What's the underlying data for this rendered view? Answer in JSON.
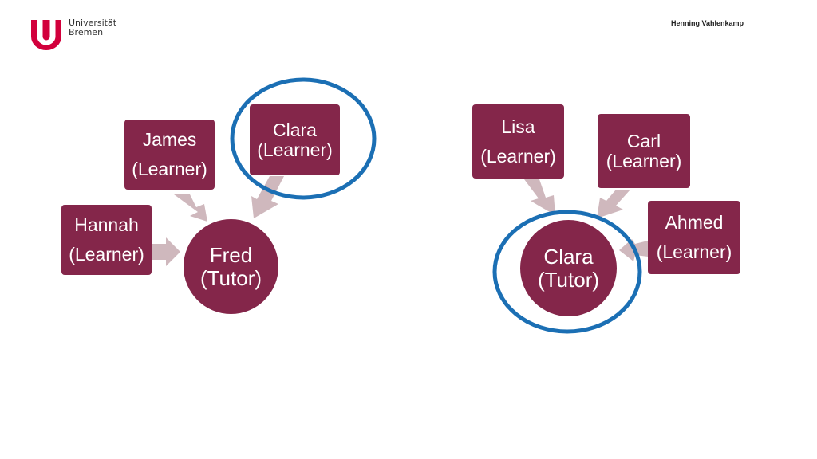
{
  "header": {
    "logo": {
      "icon": "university-u-logo-icon",
      "line1": "Universität",
      "line2": "Bremen",
      "brand_color": "#d2003c"
    },
    "author": "Henning Vahlenkamp"
  },
  "colors": {
    "node_fill": "#84264a",
    "arrow_fill": "#cfb8bd",
    "highlight_ring": "#1b6fb4"
  },
  "diagrams": [
    {
      "center": {
        "line1": "Fred",
        "line2": "(Tutor)"
      },
      "learners": [
        {
          "line1": "Hannah",
          "line2": "(Learner)"
        },
        {
          "line1": "James",
          "line2": "(Learner)"
        },
        {
          "line1": "Clara",
          "line2": "(Learner)",
          "highlighted": true
        }
      ]
    },
    {
      "center": {
        "line1": "Clara",
        "line2": "(Tutor)",
        "highlighted": true
      },
      "learners": [
        {
          "line1": "Lisa",
          "line2": "(Learner)"
        },
        {
          "line1": "Carl",
          "line2": "(Learner)"
        },
        {
          "line1": "Ahmed",
          "line2": "(Learner)"
        }
      ]
    }
  ]
}
